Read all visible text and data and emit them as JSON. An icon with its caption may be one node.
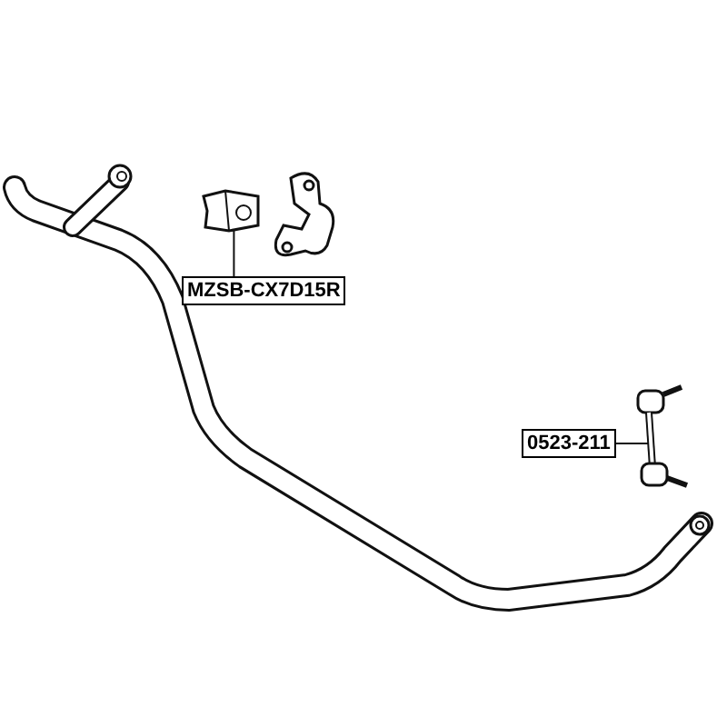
{
  "diagram": {
    "nodes": [
      {
        "text": [
          "MZSB-CX7D15R"
        ]
      },
      {
        "text": [],
        "shape": "picture"
      },
      {
        "text": [
          "0523-211"
        ]
      },
      {
        "text": [],
        "shape": "picture"
      }
    ],
    "edges": [
      {
        "from": 0,
        "to": 1,
        "arrow": "none"
      },
      {
        "from": 2,
        "to": 3,
        "arrow": "none"
      }
    ]
  }
}
